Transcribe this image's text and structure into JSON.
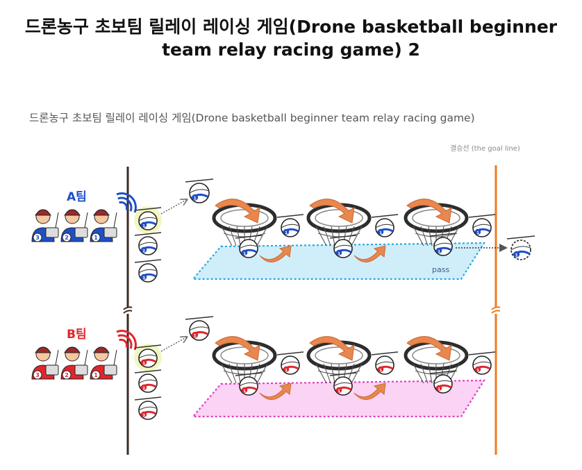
{
  "title": {
    "line1": "드론농구 초보팀 릴레이 레이싱 게임(Drone basketball beginner",
    "line2": "team relay racing game) 2"
  },
  "diagram": {
    "subtitle": "드론농구 초보팀 릴레이 레이싱 게임(Drone basketball beginner team relay racing game)",
    "goal_line_label": "결승선 (the goal line)",
    "pass_label": "pass",
    "teams": [
      {
        "name": "A팀",
        "color": "#1f4fc8",
        "pilots": [
          "3",
          "2",
          "1"
        ],
        "drones": [
          "1",
          "2",
          "3"
        ]
      },
      {
        "name": "B팀",
        "color": "#e0262b",
        "pilots": [
          "3",
          "2",
          "1"
        ],
        "drones": [
          "1",
          "2",
          "3"
        ]
      }
    ],
    "colors": {
      "start_line": "#3a2a22",
      "goal_line": "#f07a1e",
      "zone_a": "#cfeefa",
      "zone_a_border": "#29a9e0",
      "zone_b": "#fbd3f4",
      "zone_b_border": "#e040c8",
      "arrow": "#e8874e"
    }
  }
}
